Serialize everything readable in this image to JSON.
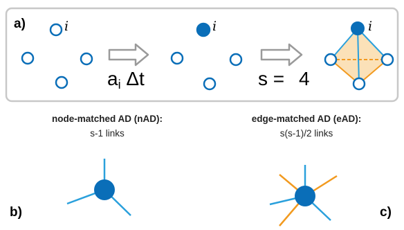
{
  "panel_a": {
    "label": "a)",
    "node_label": "i",
    "rate_prefix": "a",
    "rate_sub": "i",
    "rate_suffix": " Δt",
    "size_text": "s =",
    "size_value": "4"
  },
  "panel_b": {
    "label": "b)",
    "heading": "node-matched AD (nAD):",
    "subheading": "s-1 links"
  },
  "panel_c": {
    "label": "c)",
    "heading": "edge-matched AD (eAD):",
    "subheading": "s(s-1)/2 links"
  },
  "colors": {
    "blue": "#0a6eb8",
    "link_blue": "#2aa0dc",
    "orange": "#f29a1f",
    "fill_orange": "#fbe1b8",
    "panel_border": "#c8c8c8",
    "arrow_gray": "#9a9a9a"
  }
}
